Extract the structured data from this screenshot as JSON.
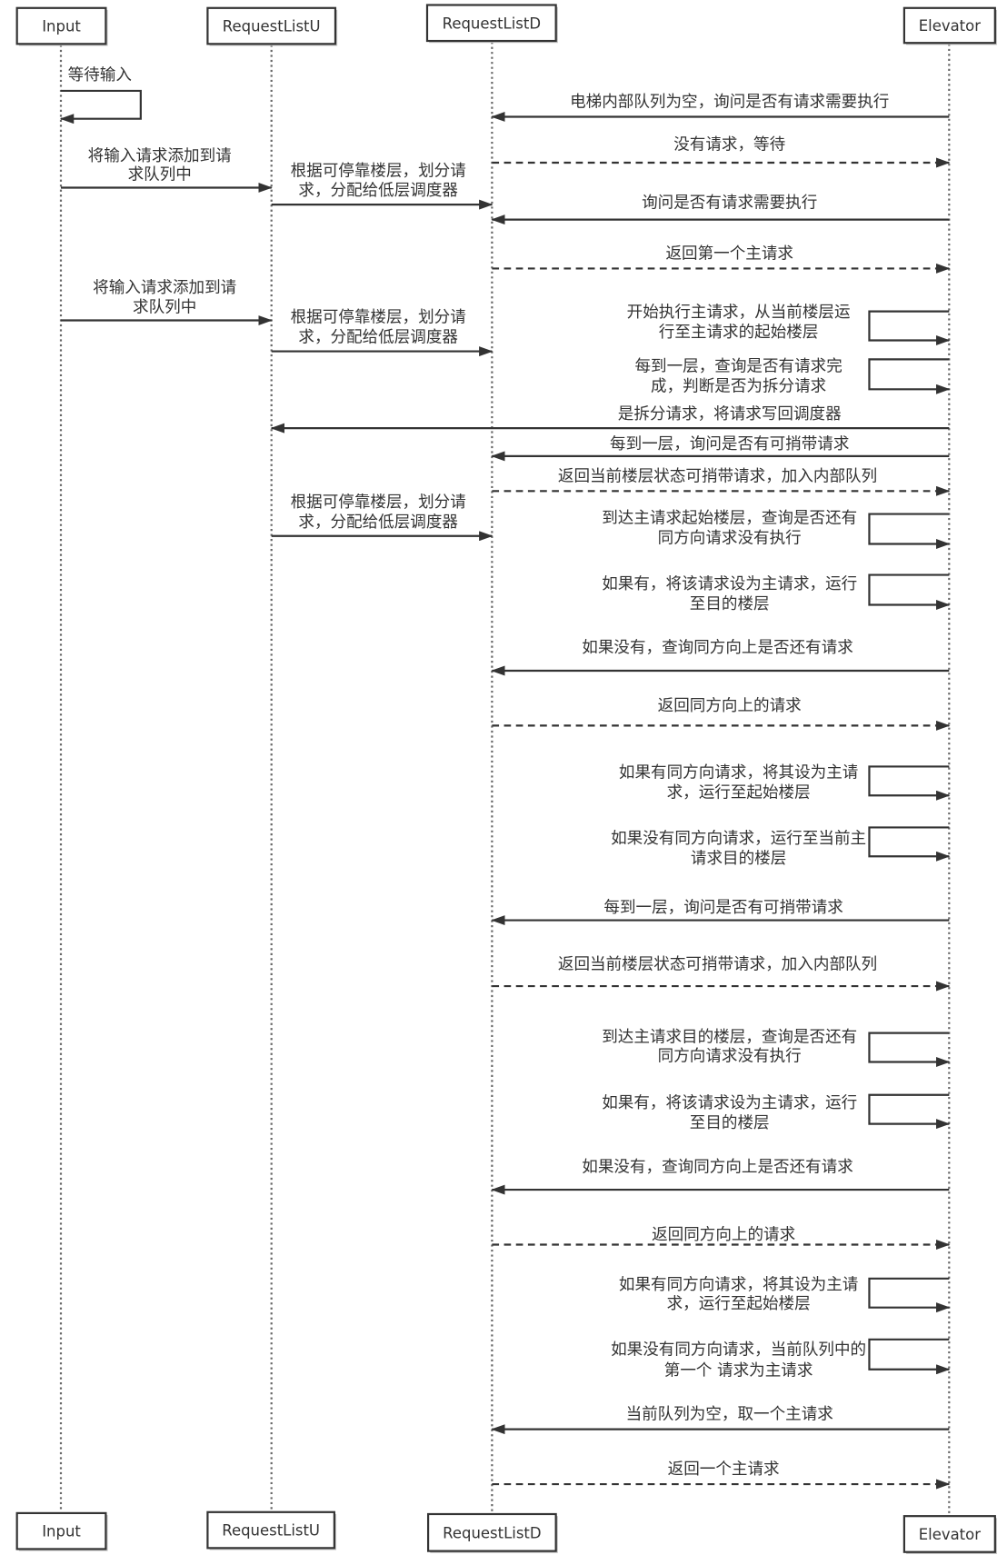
{
  "participants": [
    "Input",
    "RequestListU",
    "RequestListD",
    "Elevator"
  ],
  "colors": {
    "line": "#333333",
    "text": "#333333",
    "lifeline": "#666666",
    "box_border": "#333333",
    "box_shadow": "#c4c4c4",
    "background": "#ffffff"
  },
  "messages": [
    {
      "from": 0,
      "to": 0,
      "dashed": false,
      "label": [
        "等待输入"
      ]
    },
    {
      "from": 3,
      "to": 2,
      "dashed": false,
      "label": [
        "电梯内部队列为空，询问是否有请求需要执行"
      ]
    },
    {
      "from": 2,
      "to": 3,
      "dashed": true,
      "label": [
        "没有请求，等待"
      ]
    },
    {
      "from": 0,
      "to": 1,
      "dashed": false,
      "label": [
        "将输入请求添加到请",
        "求队列中"
      ]
    },
    {
      "from": 1,
      "to": 2,
      "dashed": false,
      "label": [
        "根据可停靠楼层，划分请",
        "求，分配给低层调度器"
      ]
    },
    {
      "from": 3,
      "to": 2,
      "dashed": false,
      "label": [
        "询问是否有请求需要执行"
      ]
    },
    {
      "from": 2,
      "to": 3,
      "dashed": true,
      "label": [
        "返回第一个主请求"
      ]
    },
    {
      "from": 0,
      "to": 1,
      "dashed": false,
      "label": [
        "将输入请求添加到请",
        "求队列中"
      ]
    },
    {
      "from": 1,
      "to": 2,
      "dashed": false,
      "label": [
        "根据可停靠楼层，划分请",
        "求，分配给低层调度器"
      ]
    },
    {
      "from": 3,
      "to": 3,
      "dashed": false,
      "label": [
        "开始执行主请求，从当前楼层运",
        "行至主请求的起始楼层"
      ]
    },
    {
      "from": 3,
      "to": 3,
      "dashed": false,
      "label": [
        "每到一层，查询是否有请求完",
        "成，判断是否为拆分请求"
      ]
    },
    {
      "from": 3,
      "to": 1,
      "dashed": false,
      "label": [
        "是拆分请求，将请求写回调度器"
      ]
    },
    {
      "from": 3,
      "to": 2,
      "dashed": false,
      "label": [
        "每到一层，询问是否有可捎带请求"
      ]
    },
    {
      "from": 2,
      "to": 3,
      "dashed": true,
      "label": [
        "返回当前楼层状态可捎带请求，加入内部队列"
      ]
    },
    {
      "from": 1,
      "to": 2,
      "dashed": false,
      "label": [
        "根据可停靠楼层，划分请",
        "求，分配给低层调度器"
      ]
    },
    {
      "from": 3,
      "to": 3,
      "dashed": false,
      "label": [
        "到达主请求起始楼层，查询是否还有",
        "同方向请求没有执行"
      ]
    },
    {
      "from": 3,
      "to": 3,
      "dashed": false,
      "label": [
        "如果有，将该请求设为主请求，运行",
        "至目的楼层"
      ]
    },
    {
      "from": 3,
      "to": 2,
      "dashed": false,
      "label": [
        "如果没有，查询同方向上是否还有请求"
      ]
    },
    {
      "from": 2,
      "to": 3,
      "dashed": true,
      "label": [
        "返回同方向上的请求"
      ]
    },
    {
      "from": 3,
      "to": 3,
      "dashed": false,
      "label": [
        "如果有同方向请求，将其设为主请",
        "求，运行至起始楼层"
      ]
    },
    {
      "from": 3,
      "to": 3,
      "dashed": false,
      "label": [
        "如果没有同方向请求，运行至当前主",
        "请求目的楼层"
      ]
    },
    {
      "from": 3,
      "to": 2,
      "dashed": false,
      "label": [
        "每到一层，询问是否有可捎带请求"
      ]
    },
    {
      "from": 2,
      "to": 3,
      "dashed": true,
      "label": [
        "返回当前楼层状态可捎带请求，加入内部队列"
      ]
    },
    {
      "from": 3,
      "to": 3,
      "dashed": false,
      "label": [
        "到达主请求目的楼层，查询是否还有",
        "同方向请求没有执行"
      ]
    },
    {
      "from": 3,
      "to": 3,
      "dashed": false,
      "label": [
        "如果有，将该请求设为主请求，运行",
        "至目的楼层"
      ]
    },
    {
      "from": 3,
      "to": 2,
      "dashed": false,
      "label": [
        "如果没有，查询同方向上是否还有请求"
      ]
    },
    {
      "from": 2,
      "to": 3,
      "dashed": true,
      "label": [
        "返回同方向上的请求"
      ]
    },
    {
      "from": 3,
      "to": 3,
      "dashed": false,
      "label": [
        "如果有同方向请求，将其设为主请",
        "求，运行至起始楼层"
      ]
    },
    {
      "from": 3,
      "to": 3,
      "dashed": false,
      "label": [
        "如果没有同方向请求，当前队列中的",
        "第一个 请求为主请求"
      ]
    },
    {
      "from": 3,
      "to": 2,
      "dashed": false,
      "label": [
        "当前队列为空，取一个主请求"
      ]
    },
    {
      "from": 2,
      "to": 3,
      "dashed": true,
      "label": [
        "返回一个主请求"
      ]
    }
  ]
}
